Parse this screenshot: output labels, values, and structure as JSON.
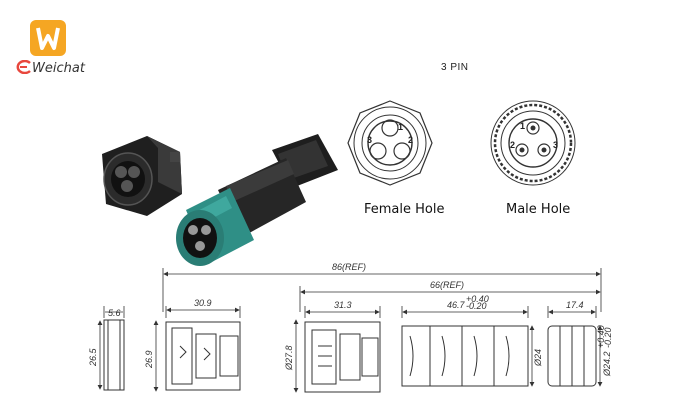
{
  "brand": {
    "name": "Weichat",
    "logo_letter": "W",
    "logo_color": "#f5a623",
    "logo_arc_color": "#e8473d"
  },
  "pin_title": "3 PIN",
  "female_label": "Female Hole",
  "male_label": "Male Hole",
  "pin_numbers": {
    "p1": "1",
    "p2": "2",
    "p3": "3"
  },
  "dimensions": {
    "overall": "86(REF)",
    "right_assembly": "66(REF)",
    "panel_thickness": "5.6",
    "socket_length": "30.9",
    "panel_height": "26.5",
    "socket_height": "26.9",
    "plug_front_length": "31.3",
    "plug_front_diameter": "Ø27.8",
    "nut_length_base": "46.7",
    "nut_length_tol_upper": "+0.40",
    "nut_length_tol_lower": "-0.20",
    "nut_diameter": "Ø24",
    "gland_length": "17.4",
    "gland_diameter_base": "Ø24.2",
    "gland_diameter_tol_upper": "+0.40",
    "gland_diameter_tol_lower": "-0.20"
  },
  "colors": {
    "connector_body": "#2b2b2b",
    "connector_accent": "#2f8f86",
    "line": "#333333"
  }
}
